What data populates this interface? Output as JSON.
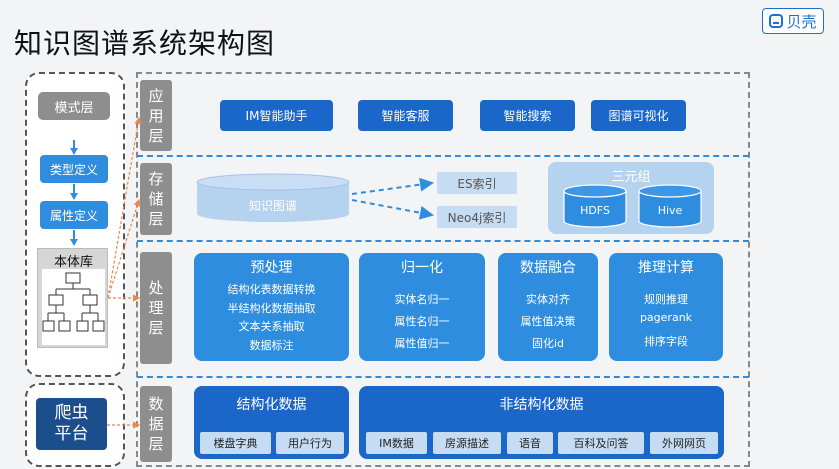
{
  "title": "知识图谱系统架构图",
  "brand": {
    "label": "贝壳",
    "color": "#1f6fd1"
  },
  "colors": {
    "dark_blue": "#1b66c9",
    "mid_blue": "#2f8de0",
    "light_blue": "#c6dcf3",
    "grey": "#8e8e8e",
    "navy": "#1a4e8c"
  },
  "left": {
    "schema_layer": "模式层",
    "type_definition": "类型定义",
    "attribute_definition": "属性定义",
    "ontology": "本体库",
    "crawler": "爬虫平台"
  },
  "layers": {
    "application": "应用层",
    "storage": "存储层",
    "processing": "处理层",
    "data": "数据层"
  },
  "application": {
    "items": [
      "IM智能助手",
      "智能客服",
      "智能搜索",
      "图谱可视化"
    ]
  },
  "storage": {
    "knowledge_graph": "知识图谱",
    "es_index": "ES索引",
    "neo4j_index": "Neo4j索引",
    "triples": "三元组",
    "hdfs": "HDFS",
    "hive": "Hive"
  },
  "processing": {
    "preprocess": {
      "title": "预处理",
      "items": [
        "结构化表数据转换",
        "半结构化数据抽取",
        "文本关系抽取",
        "数据标注"
      ]
    },
    "normalize": {
      "title": "归一化",
      "items": [
        "实体名归一",
        "属性名归一",
        "属性值归一"
      ]
    },
    "fusion": {
      "title": "数据融合",
      "items": [
        "实体对齐",
        "属性值决策",
        "固化id"
      ]
    },
    "reasoning": {
      "title": "推理计算",
      "items": [
        "规则推理",
        "pagerank",
        "排序字段"
      ]
    }
  },
  "data": {
    "structured": {
      "title": "结构化数据",
      "items": [
        "楼盘字典",
        "用户行为"
      ]
    },
    "unstructured": {
      "title": "非结构化数据",
      "items": [
        "IM数据",
        "房源描述",
        "语音",
        "百科及问答",
        "外网网页"
      ]
    }
  }
}
